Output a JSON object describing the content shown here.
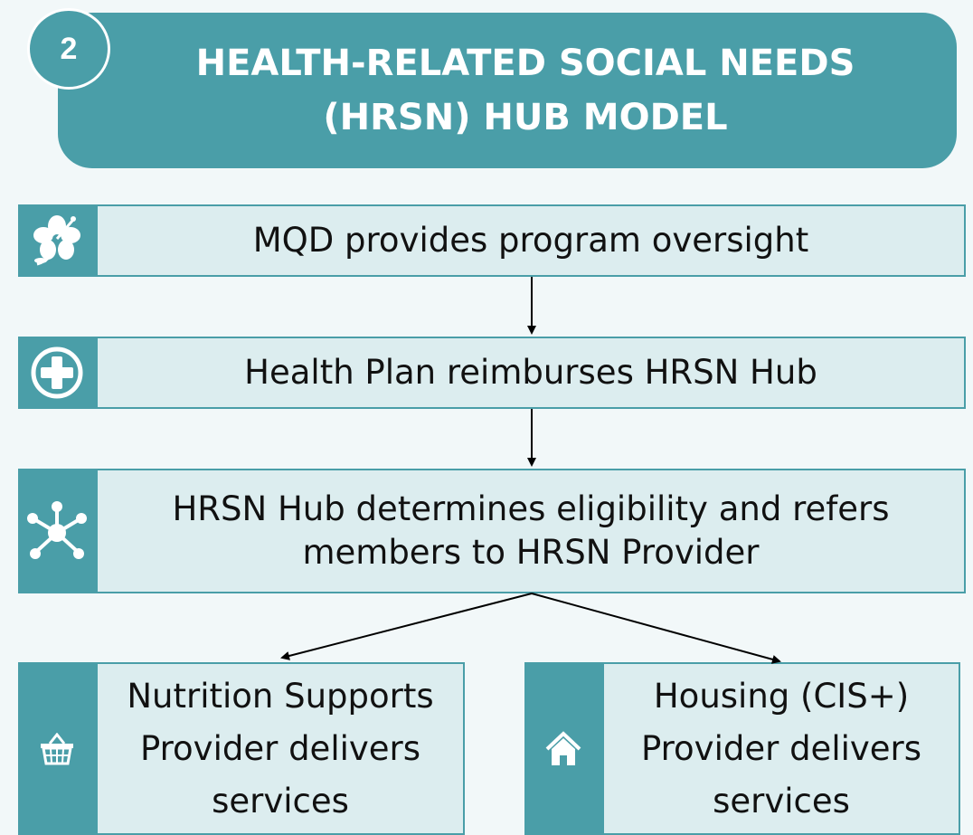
{
  "step_number": "2",
  "title": {
    "line1": "HEALTH-RELATED SOCIAL NEEDS",
    "line2": "(HRSN) HUB MODEL"
  },
  "steps": {
    "oversight": {
      "text": "MQD provides program oversight",
      "icon": "hibiscus-icon"
    },
    "reimburse": {
      "text": "Health Plan reimburses HRSN Hub",
      "icon": "plus-circle-icon"
    },
    "hub": {
      "text": "HRSN Hub determines eligibility and refers members to HRSN Provider",
      "icon": "network-hub-icon"
    },
    "nutrition": {
      "text": "Nutrition Supports Provider delivers services",
      "icon": "shopping-basket-icon"
    },
    "housing": {
      "text": "Housing (CIS+) Provider delivers services",
      "icon": "house-icon"
    }
  },
  "colors": {
    "accent": "#4a9ea8",
    "box_fill": "#dcedef",
    "background": "#f2f8f9"
  }
}
